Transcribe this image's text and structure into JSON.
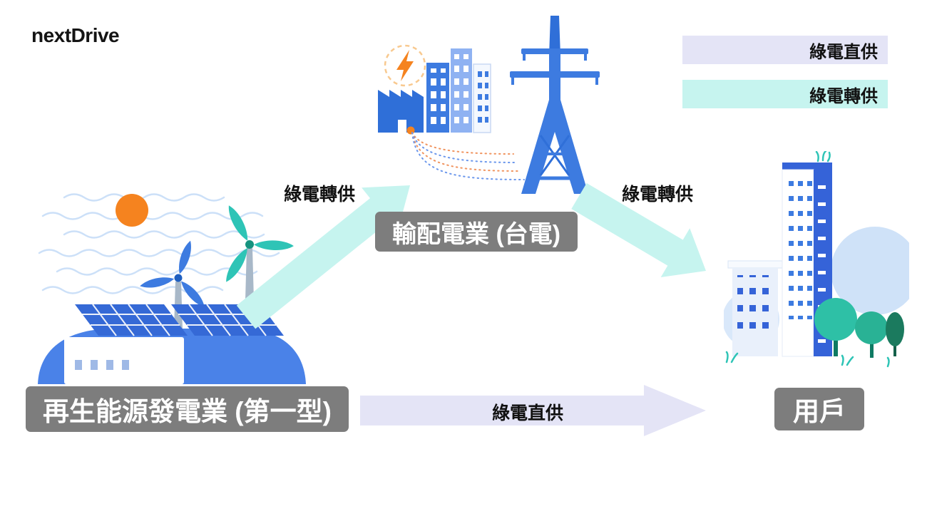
{
  "brand": {
    "logo_text": "nextDrive"
  },
  "legend": {
    "items": [
      {
        "label": "綠電直供",
        "color": "#E4E4F6"
      },
      {
        "label": "綠電轉供",
        "color": "#C6F4EF"
      }
    ]
  },
  "nodes": {
    "utility_label": "輸配電業 (台電)",
    "generator_label": "再生能源發電業 (第一型)",
    "consumer_label": "用戶"
  },
  "flows": {
    "wheel_upper_label": "綠電轉供",
    "wheel_lower_label": "綠電轉供",
    "direct_label": "綠電直供"
  },
  "colors": {
    "direct_supply": "#E4E4F6",
    "wheeling": "#C6F4EF",
    "node_box_bg": "#7D7D7D",
    "brand_blue": "#3D7BE0",
    "dark_blue": "#2F6FD8",
    "teal": "#2EC4B6",
    "orange": "#F5831F"
  }
}
